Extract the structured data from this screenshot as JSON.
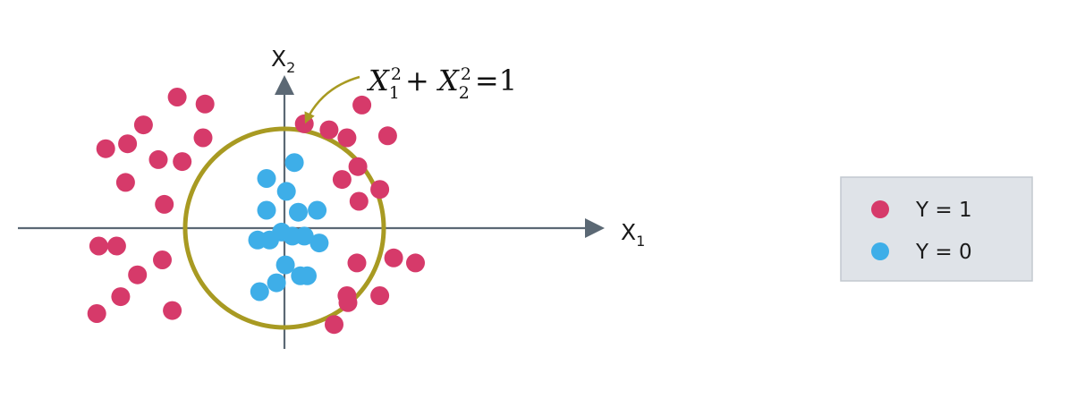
{
  "chart_data": {
    "type": "scatter",
    "xlabel": "X",
    "xlabel_sub": "1",
    "ylabel": "X",
    "ylabel_sub": "2",
    "xlim": [
      -1.95,
      2.3
    ],
    "ylim": [
      -1.25,
      1.65
    ],
    "grid": false,
    "legend_placement": "right",
    "boundary": {
      "shape": "circle",
      "center": [
        0,
        0
      ],
      "radius": 1,
      "color": "#a89a22"
    },
    "annotation": {
      "parts": [
        {
          "t": "X",
          "k": "var"
        },
        {
          "t": "1",
          "k": "sub"
        },
        {
          "t": "2",
          "k": "sup"
        },
        {
          "t": "+ ",
          "k": "normal"
        },
        {
          "t": "X",
          "k": "var"
        },
        {
          "t": "2",
          "k": "sub"
        },
        {
          "t": "2",
          "k": "sup"
        },
        {
          "t": "=1",
          "k": "normal"
        }
      ]
    },
    "series": [
      {
        "name": "Y = 1",
        "color": "#d63a6a",
        "points": [
          [
            -1.08,
            1.32
          ],
          [
            -0.8,
            1.25
          ],
          [
            -1.42,
            1.04
          ],
          [
            -0.82,
            0.91
          ],
          [
            -1.8,
            0.8
          ],
          [
            -1.58,
            0.85
          ],
          [
            -1.27,
            0.69
          ],
          [
            -1.03,
            0.67
          ],
          [
            -1.6,
            0.46
          ],
          [
            -1.21,
            0.24
          ],
          [
            -1.87,
            -0.18
          ],
          [
            -1.69,
            -0.18
          ],
          [
            -1.23,
            -0.32
          ],
          [
            -1.48,
            -0.47
          ],
          [
            -1.65,
            -0.69
          ],
          [
            -1.89,
            -0.86
          ],
          [
            -1.13,
            -0.83
          ],
          [
            0.2,
            1.05
          ],
          [
            0.45,
            0.99
          ],
          [
            0.63,
            0.91
          ],
          [
            0.78,
            1.24
          ],
          [
            1.04,
            0.93
          ],
          [
            0.58,
            0.49
          ],
          [
            0.74,
            0.62
          ],
          [
            0.75,
            0.27
          ],
          [
            0.96,
            0.39
          ],
          [
            0.73,
            -0.35
          ],
          [
            0.63,
            -0.68
          ],
          [
            0.64,
            -0.75
          ],
          [
            0.5,
            -0.97
          ],
          [
            0.96,
            -0.68
          ],
          [
            1.1,
            -0.3
          ],
          [
            1.32,
            -0.35
          ]
        ]
      },
      {
        "name": "Y = 0",
        "color": "#3eaee8",
        "points": [
          [
            0.1,
            0.66
          ],
          [
            -0.18,
            0.5
          ],
          [
            0.02,
            0.37
          ],
          [
            -0.18,
            0.18
          ],
          [
            0.14,
            0.16
          ],
          [
            0.33,
            0.18
          ],
          [
            -0.03,
            -0.04
          ],
          [
            0.08,
            -0.08
          ],
          [
            0.2,
            -0.08
          ],
          [
            -0.27,
            -0.12
          ],
          [
            -0.15,
            -0.12
          ],
          [
            0.35,
            -0.15
          ],
          [
            0.01,
            -0.37
          ],
          [
            0.16,
            -0.48
          ],
          [
            0.23,
            -0.48
          ],
          [
            -0.08,
            -0.55
          ],
          [
            -0.25,
            -0.64
          ]
        ]
      }
    ]
  }
}
